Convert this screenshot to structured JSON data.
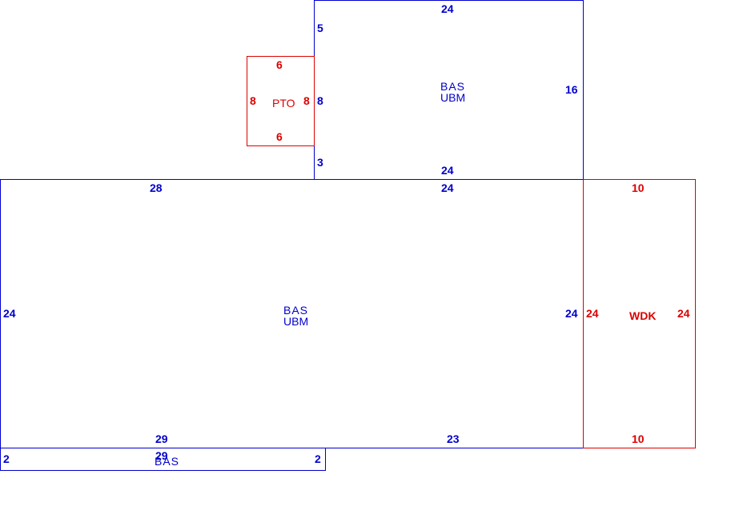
{
  "colors": {
    "main_structure": "#0000cc",
    "deck_porch": "#dd0000",
    "background": "#ffffff"
  },
  "upper_bas": {
    "code_1": "BAS",
    "code_2": "UBM",
    "dim_top": "24",
    "dim_right": "16",
    "dim_bottom": "24",
    "dim_left_upper": "5",
    "dim_left_middle": "8",
    "dim_left_lower": "3"
  },
  "pto": {
    "code": "PTO",
    "dim_top": "6",
    "dim_left": "8",
    "dim_right": "8",
    "dim_bottom": "6"
  },
  "main_bas": {
    "code_1": "BAS",
    "code_2": "UBM",
    "dim_top_left": "28",
    "dim_top_right": "24",
    "dim_left": "24",
    "dim_right": "24",
    "dim_bottom_left": "29",
    "dim_bottom_right": "23"
  },
  "wdk": {
    "code": "WDK",
    "dim_top": "10",
    "dim_left": "24",
    "dim_right": "24",
    "dim_bottom": "10"
  },
  "bottom_bas": {
    "code": "BAS",
    "dim_top": "29",
    "dim_left": "2",
    "dim_right": "2"
  }
}
